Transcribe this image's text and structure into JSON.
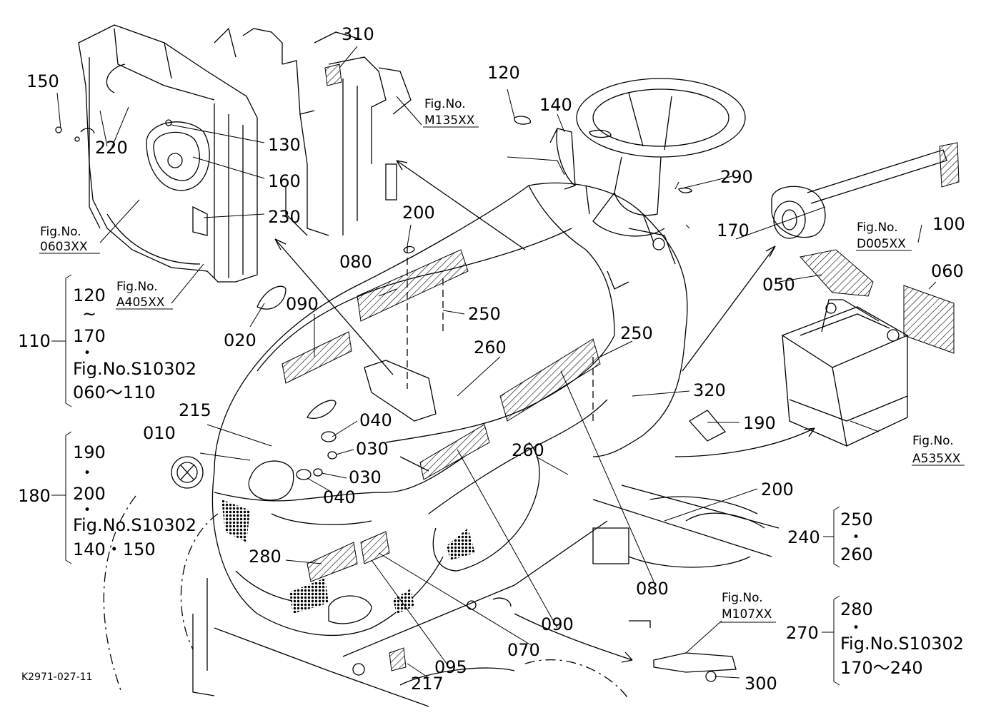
{
  "diagram_id": "K2971-027-11",
  "callouts": {
    "c010": "010",
    "c020": "020",
    "c030a": "030",
    "c030b": "030",
    "c040a": "040",
    "c040b": "040",
    "c050": "050",
    "c060": "060",
    "c070": "070",
    "c080a": "080",
    "c080b": "080",
    "c090a": "090",
    "c090b": "090",
    "c095": "095",
    "c100": "100",
    "c110": "110",
    "c120a": "120",
    "c120b": "120",
    "c130": "130",
    "c140a": "140",
    "c150a": "150",
    "c160": "160",
    "c170a": "170",
    "c170b": "170",
    "c180": "180",
    "c190a": "190",
    "c190b": "190",
    "c200a": "200",
    "c200b": "200",
    "c200c": "200",
    "c215": "215",
    "c217": "217",
    "c220": "220",
    "c230": "230",
    "c240": "240",
    "c250a": "250",
    "c250b": "250",
    "c250c": "250",
    "c260a": "260",
    "c260b": "260",
    "c260c": "260",
    "c270": "270",
    "c280a": "280",
    "c280b": "280",
    "c290": "290",
    "c300": "300",
    "c310": "310",
    "c320": "320"
  },
  "fig_refs": {
    "fig0603": {
      "title": "Fig.No.",
      "code": "0603XX"
    },
    "figA405": {
      "title": "Fig.No.",
      "code": "A405XX"
    },
    "figM135": {
      "title": "Fig.No.",
      "code": "M135XX"
    },
    "figD005": {
      "title": "Fig.No.",
      "code": "D005XX"
    },
    "figA535": {
      "title": "Fig.No.",
      "code": "A535XX"
    },
    "figM107": {
      "title": "Fig.No.",
      "code": "M107XX"
    }
  },
  "groups": {
    "g110": {
      "line1": "120",
      "line2": "~",
      "line3": "170",
      "line4": "•",
      "line5": "Fig.No.S10302",
      "line6": "060～110"
    },
    "g180": {
      "line1": "190",
      "line2": "•",
      "line3": "200",
      "line4": "•",
      "line5": "Fig.No.S10302",
      "line6": "140・150"
    },
    "g240": {
      "line1": "250",
      "line2": "•",
      "line3": "260"
    },
    "g270": {
      "line1": "280",
      "line2": "•",
      "line3": "Fig.No.S10302",
      "line4": "170～240"
    }
  }
}
